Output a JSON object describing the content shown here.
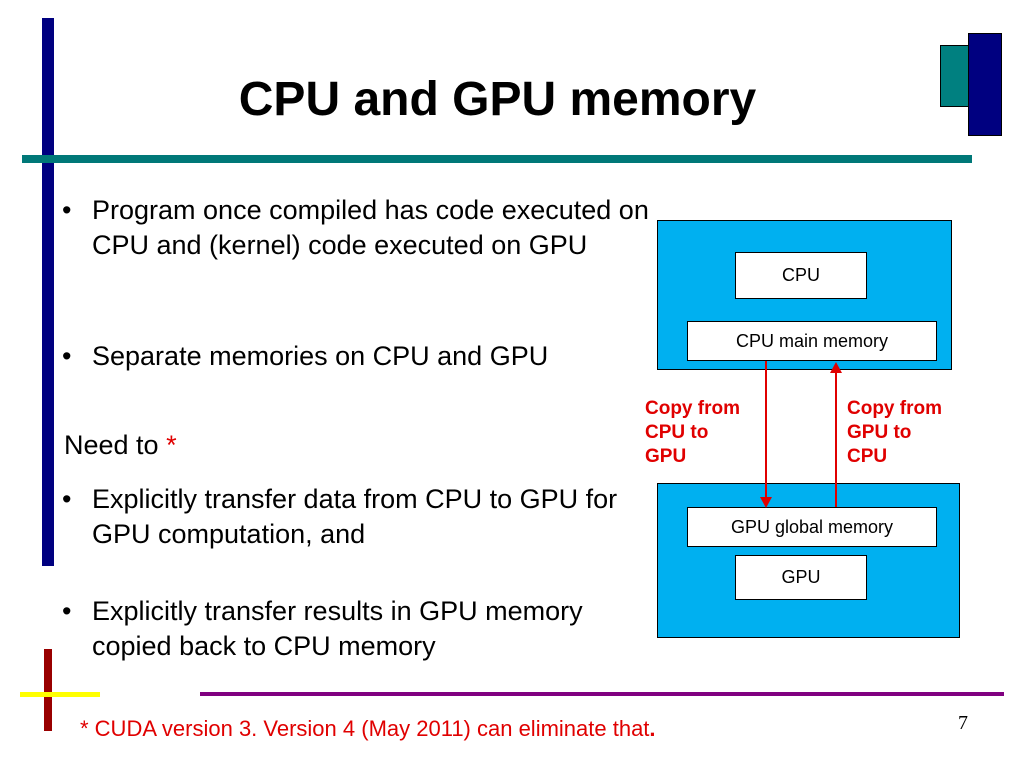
{
  "slide": {
    "title": "CPU and GPU memory",
    "bullets_top": [
      "Program once compiled has code executed on CPU and (kernel) code executed on GPU",
      "Separate memories on CPU and GPU"
    ],
    "need_to": {
      "label": "Need to ",
      "marker": "*"
    },
    "bullets_bottom": [
      "Explicitly transfer data from CPU to GPU for GPU computation, and",
      "Explicitly transfer results in GPU memory copied back to CPU memory"
    ],
    "bullet_glyph": "•",
    "footnote": {
      "text": "* CUDA version 3. Version 4 (May 2011) can eliminate that",
      "tail": "."
    },
    "page_number": "7"
  },
  "diagram": {
    "cpu_label": "CPU",
    "cpu_memory_label": "CPU main memory",
    "gpu_memory_label": "GPU global memory",
    "gpu_label": "GPU",
    "copy_to_gpu": [
      "Copy from",
      "CPU to",
      "GPU"
    ],
    "copy_to_cpu": [
      "Copy from",
      "GPU to",
      "CPU"
    ]
  },
  "colors": {
    "region_fill": "#00b0f0",
    "accent_red": "#e00000",
    "navy": "#000080",
    "teal": "#008080"
  }
}
